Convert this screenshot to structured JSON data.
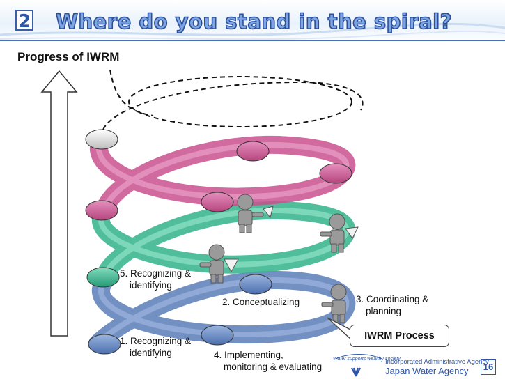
{
  "header": {
    "badge": "2",
    "title": "Where do you stand in the spiral?"
  },
  "axis": {
    "label": "Progress of IWRM"
  },
  "stages": {
    "s1": [
      "1. Recognizing &",
      "identifying"
    ],
    "s2": "2. Conceptualizing",
    "s3": [
      "3. Coordinating &",
      "planning"
    ],
    "s4": [
      "4. Implementing,",
      "monitoring & evaluating"
    ],
    "s5": [
      "5. Recognizing &",
      "identifying"
    ]
  },
  "process_box": "IWRM Process",
  "footer": {
    "tagline": "Water supports wealthy society",
    "agency_line1": "Incorporated Administrative Agency",
    "agency_line2": "Japan Water Agency",
    "page_number": "16"
  },
  "colors": {
    "blue_loop": "#6d8fc6",
    "green_loop": "#3fbc96",
    "pink_loop": "#cf5f98",
    "title_fill": "#7fa6e0",
    "brand_blue": "#2f56a6"
  }
}
